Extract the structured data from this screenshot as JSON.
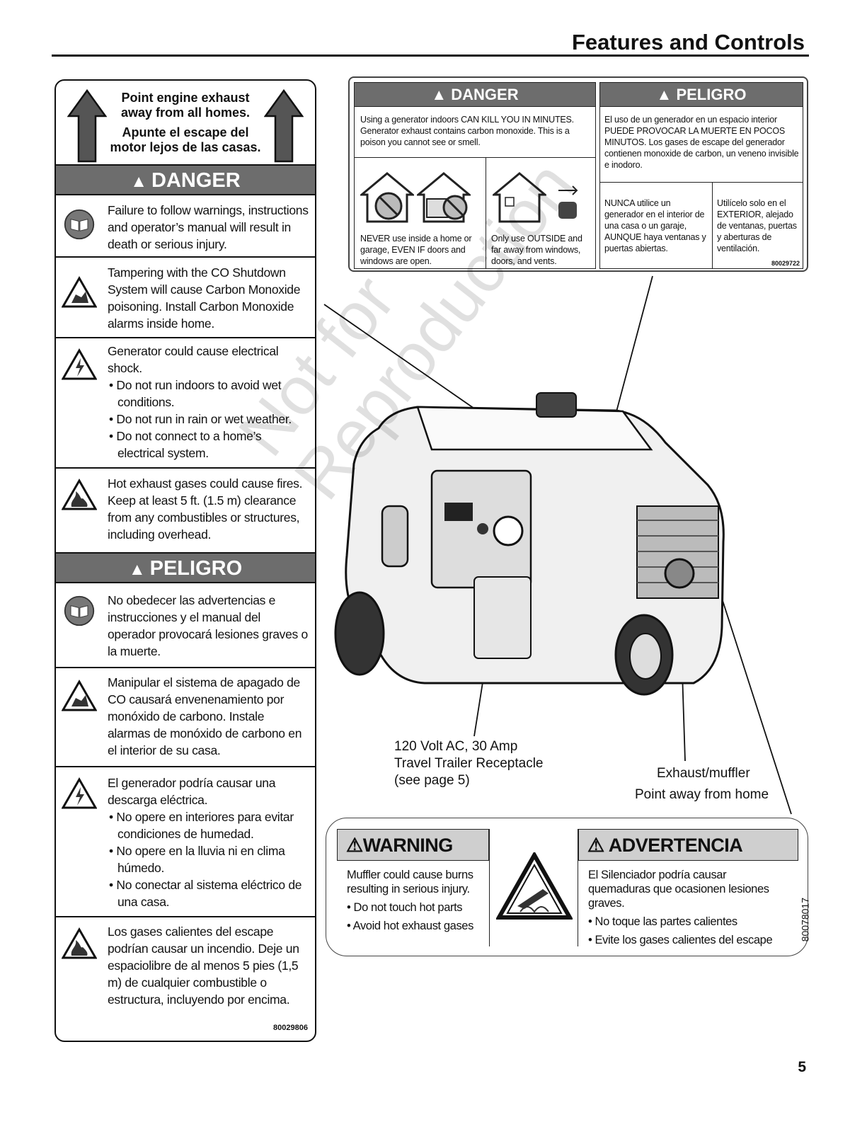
{
  "header": {
    "title": "Features and Controls"
  },
  "left_label": {
    "exhaust_en": "Point engine exhaust away from all homes.",
    "exhaust_es": "Apunte el escape del motor lejos de las casas.",
    "danger_title": "DANGER",
    "danger_items": [
      "Failure to follow warnings, instructions and operator’s manual will result in death or serious injury.",
      "Tampering with the CO Shutdown System will cause Carbon Monoxide poisoning. Install Carbon Monoxide alarms inside home."
    ],
    "shock_en": {
      "lead": "Generator could cause electrical shock.",
      "bullets": [
        "• Do not run indoors to avoid wet conditions.",
        "• Do not run in rain or wet weather.",
        "• Do not connect to a home’s electrical system."
      ]
    },
    "fire_en": "Hot exhaust gases could cause fires. Keep at least 5 ft. (1.5 m) clearance from any combustibles or structures, including overhead.",
    "peligro_title": "PELIGRO",
    "peligro_items": [
      "No obedecer las advertencias e instrucciones y el manual del operador provocará lesiones graves o la muerte.",
      "Manipular el sistema de apagado de CO causará envenenamiento por monóxido de carbono. Instale alarmas de monóxido de carbono en el interior de su casa."
    ],
    "shock_es": {
      "lead": "El generador podría causar una descarga eléctrica.",
      "bullets": [
        "• No opere en interiores para evitar condiciones de humedad.",
        "• No opere en la lluvia ni en clima húmedo.",
        "• No conectar al sistema eléctrico de una casa."
      ]
    },
    "fire_es": "Los gases calientes del escape podrían causar un incendio. Deje un espaciolibre de al menos 5 pies (1,5 m) de cualquier combustible o estructura, incluyendo por encima.",
    "code": "80029806"
  },
  "top_right_label": {
    "danger_title": "DANGER",
    "peligro_title": "PELIGRO",
    "en_intro": "Using a generator indoors CAN KILL YOU IN MINUTES. Generator exhaust contains carbon monoxide. This is a poison you cannot see or smell.",
    "en_never": "NEVER use inside a home or garage, EVEN IF doors and windows are open.",
    "en_only": "Only use OUTSIDE and far away from windows, doors, and vents.",
    "es_intro": "El uso de un generador en un espacio interior PUEDE PROVOCAR LA MUERTE EN POCOS MINUTOS. Los gases de escape del generador contienen monoxide de carbon, un veneno invisible e inodoro.",
    "es_nunca": "NUNCA utilice un generador en el interior de una casa o un garaje, AUNQUE haya ventanas y puertas abiertas.",
    "es_utiliz": "Utilícelo solo en el EXTERIOR, alejado de ventanas, puertas y aberturas de ventilación.",
    "code": "80029722"
  },
  "callouts": {
    "receptacle": [
      "120 Volt AC, 30 Amp",
      "Travel Trailer Receptacle",
      "(see page 5)"
    ],
    "exhaust": "Exhaust/muffler",
    "away": "Point away from home"
  },
  "warning_label": {
    "warning_title": "WARNING",
    "warning_lead": "Muffler could cause burns resulting in serious injury.",
    "warning_bullets": [
      "• Do not touch hot parts",
      "• Avoid hot exhaust gases"
    ],
    "advert_title": "ADVERTENCIA",
    "advert_lead": "El Silenciador podría causar quemaduras que ocasionen lesiones graves.",
    "advert_bullets": [
      "• No toque las partes calientes",
      "• Evite los gases calientes del escape"
    ],
    "code": "80078017"
  },
  "watermark": [
    "Not for",
    "Reproduction"
  ],
  "page_number": "5"
}
